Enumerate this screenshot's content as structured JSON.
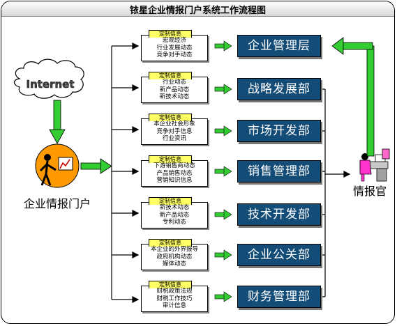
{
  "title": "铱星企业情报门户系统工作流程图",
  "internet_label": "Internet",
  "portal_label": "企业情报门户",
  "officer_label": "情报官",
  "card_tab": "定制信息",
  "rows": [
    {
      "dept": "企业管理层",
      "lines": [
        "宏观经济",
        "行业发展动态",
        "竞争对手动态"
      ]
    },
    {
      "dept": "战略发展部",
      "lines": [
        "行业动态",
        "新产品动态",
        "新技术动态"
      ]
    },
    {
      "dept": "市场开发部",
      "lines": [
        "本企业社会形象",
        "竞争对手信息",
        "行业资讯"
      ]
    },
    {
      "dept": "销售管理部",
      "lines": [
        "下游销售商动态",
        "产品销售动态",
        "营销知识信息"
      ]
    },
    {
      "dept": "技术开发部",
      "lines": [
        "新技术动态",
        "新产品动态",
        "专利动态"
      ]
    },
    {
      "dept": "企业公关部",
      "lines": [
        "本企业的外界报导",
        "政府机构动态",
        "媒体动态"
      ]
    },
    {
      "dept": "财务管理部",
      "lines": [
        "财税政策法规",
        "财税工作技巧",
        "审计信息"
      ]
    }
  ],
  "colors": {
    "dept_fill": "#144c78",
    "arrow_green": "#33cc33",
    "card_tab": "#ffff66"
  }
}
